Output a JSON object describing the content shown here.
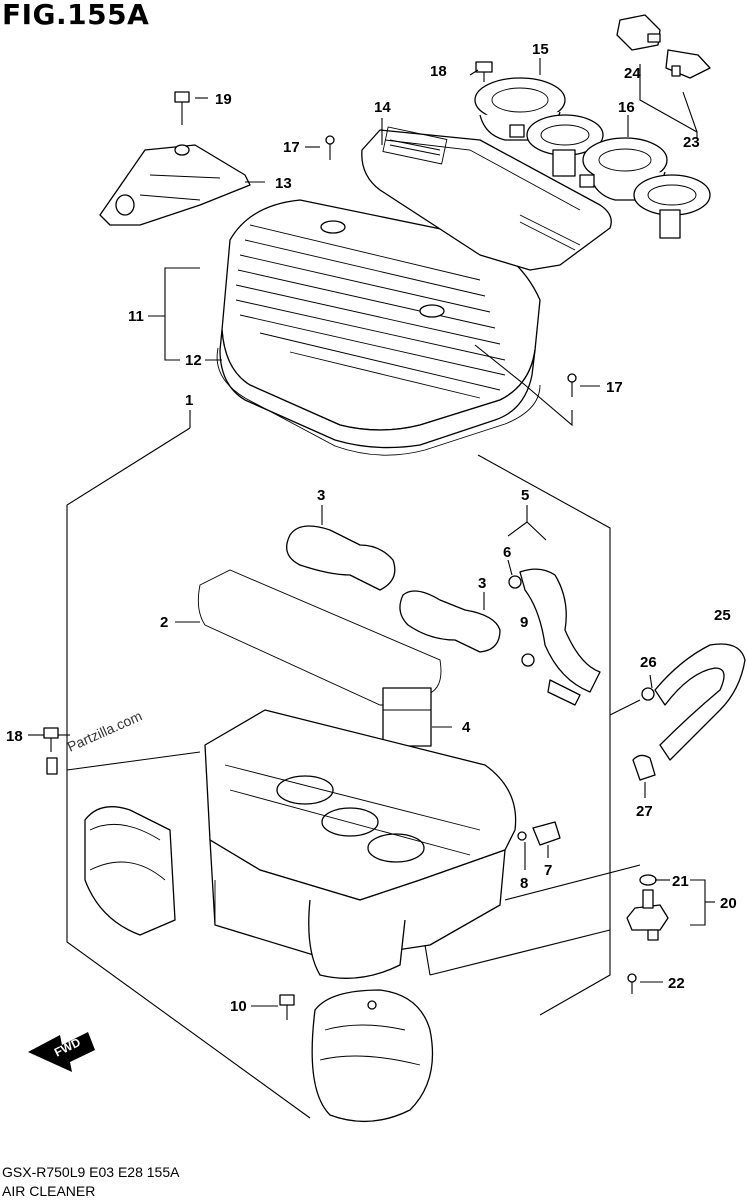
{
  "figure": {
    "title": "FIG.155A",
    "model_code": "GSX-R750L9  E03  E28  155A",
    "section_name": "AIR CLEANER",
    "watermark": "Partzilla.com",
    "fwd_label": "FWD"
  },
  "callouts": {
    "c1": "1",
    "c2": "2",
    "c3a": "3",
    "c3b": "3",
    "c4": "4",
    "c5": "5",
    "c6": "6",
    "c7": "7",
    "c8": "8",
    "c9": "9",
    "c10": "10",
    "c11": "11",
    "c12": "12",
    "c13": "13",
    "c14": "14",
    "c15": "15",
    "c16": "16",
    "c17a": "17",
    "c17b": "17",
    "c18a": "18",
    "c18b": "18",
    "c19": "19",
    "c20": "20",
    "c21": "21",
    "c22": "22",
    "c23": "23",
    "c24": "24",
    "c25": "25",
    "c26": "26",
    "c27": "27"
  }
}
